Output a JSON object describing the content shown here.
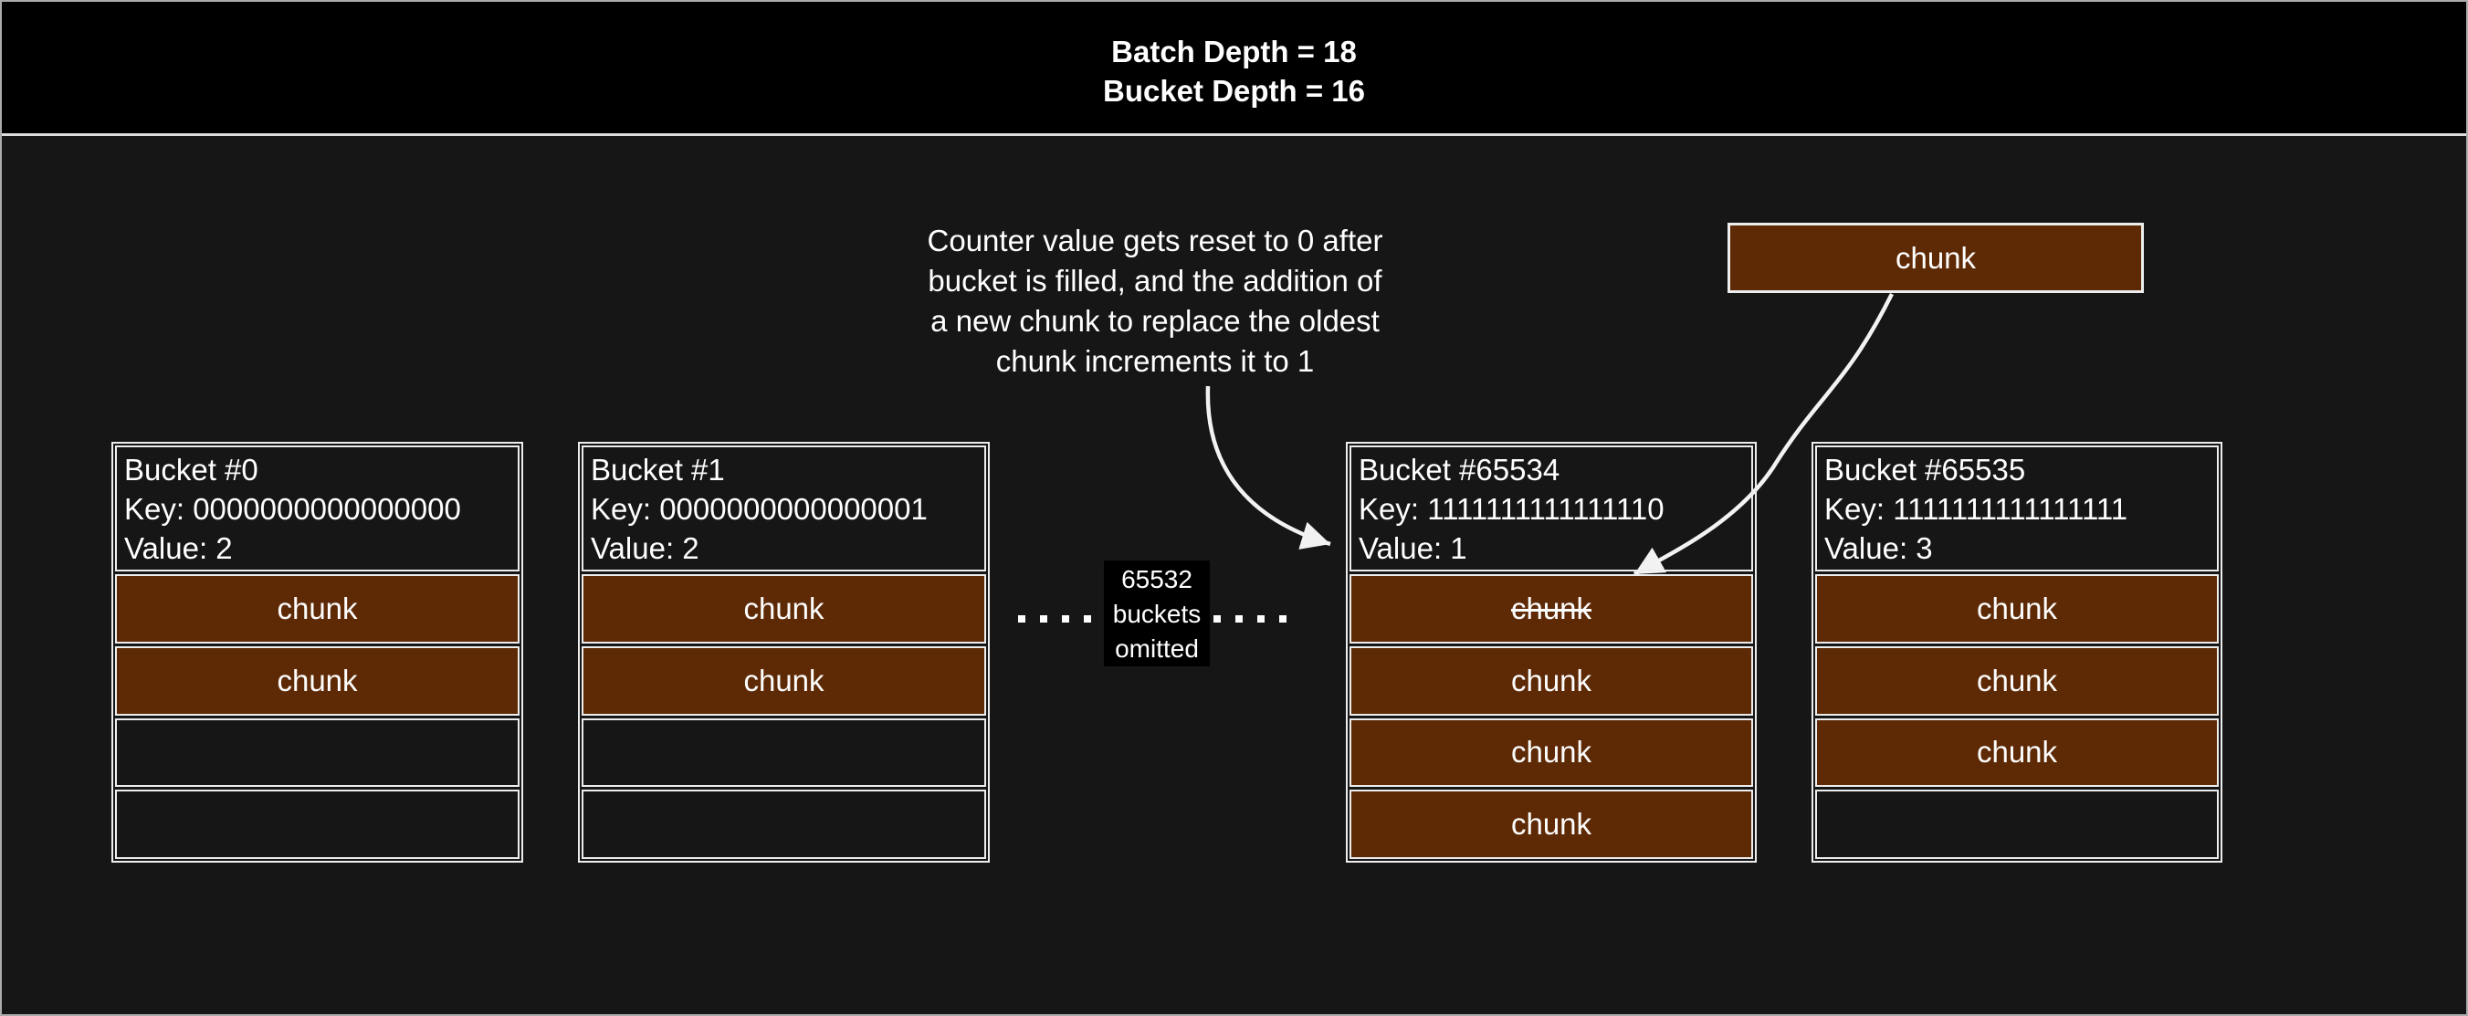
{
  "header": {
    "line1": "Batch Depth = 18",
    "line2": "Bucket Depth = 16"
  },
  "annotation": {
    "lines": [
      "Counter value gets reset to 0 after",
      "bucket is filled, and the addition of",
      "a new chunk to replace the oldest",
      "chunk increments it to 1"
    ]
  },
  "floating_chunk": {
    "label": "chunk"
  },
  "omitted_label": {
    "lines": [
      "65532",
      "buckets",
      "omitted"
    ]
  },
  "buckets": [
    {
      "title": "Bucket #0",
      "key": "Key: 0000000000000000",
      "value": "Value: 2",
      "slots": [
        {
          "label": "chunk",
          "filled": true,
          "struck": false
        },
        {
          "label": "chunk",
          "filled": true,
          "struck": false
        },
        {
          "label": "",
          "filled": false,
          "struck": false
        },
        {
          "label": "",
          "filled": false,
          "struck": false
        }
      ]
    },
    {
      "title": "Bucket #1",
      "key": "Key: 0000000000000001",
      "value": "Value: 2",
      "slots": [
        {
          "label": "chunk",
          "filled": true,
          "struck": false
        },
        {
          "label": "chunk",
          "filled": true,
          "struck": false
        },
        {
          "label": "",
          "filled": false,
          "struck": false
        },
        {
          "label": "",
          "filled": false,
          "struck": false
        }
      ]
    },
    {
      "title": "Bucket #65534",
      "key": "Key: 1111111111111110",
      "value": "Value: 1",
      "slots": [
        {
          "label": "chunk",
          "filled": true,
          "struck": true
        },
        {
          "label": "chunk",
          "filled": true,
          "struck": false
        },
        {
          "label": "chunk",
          "filled": true,
          "struck": false
        },
        {
          "label": "chunk",
          "filled": true,
          "struck": false
        }
      ]
    },
    {
      "title": "Bucket #65535",
      "key": "Key: 1111111111111111",
      "value": "Value: 3",
      "slots": [
        {
          "label": "chunk",
          "filled": true,
          "struck": false
        },
        {
          "label": "chunk",
          "filled": true,
          "struck": false
        },
        {
          "label": "chunk",
          "filled": true,
          "struck": false
        },
        {
          "label": "",
          "filled": false,
          "struck": false
        }
      ]
    }
  ],
  "colors": {
    "background": "#161616",
    "header_bg": "#000000",
    "chunk_fill": "#5E2A05",
    "box_border": "#EDEDED",
    "arrow": "#F2F2F2"
  }
}
